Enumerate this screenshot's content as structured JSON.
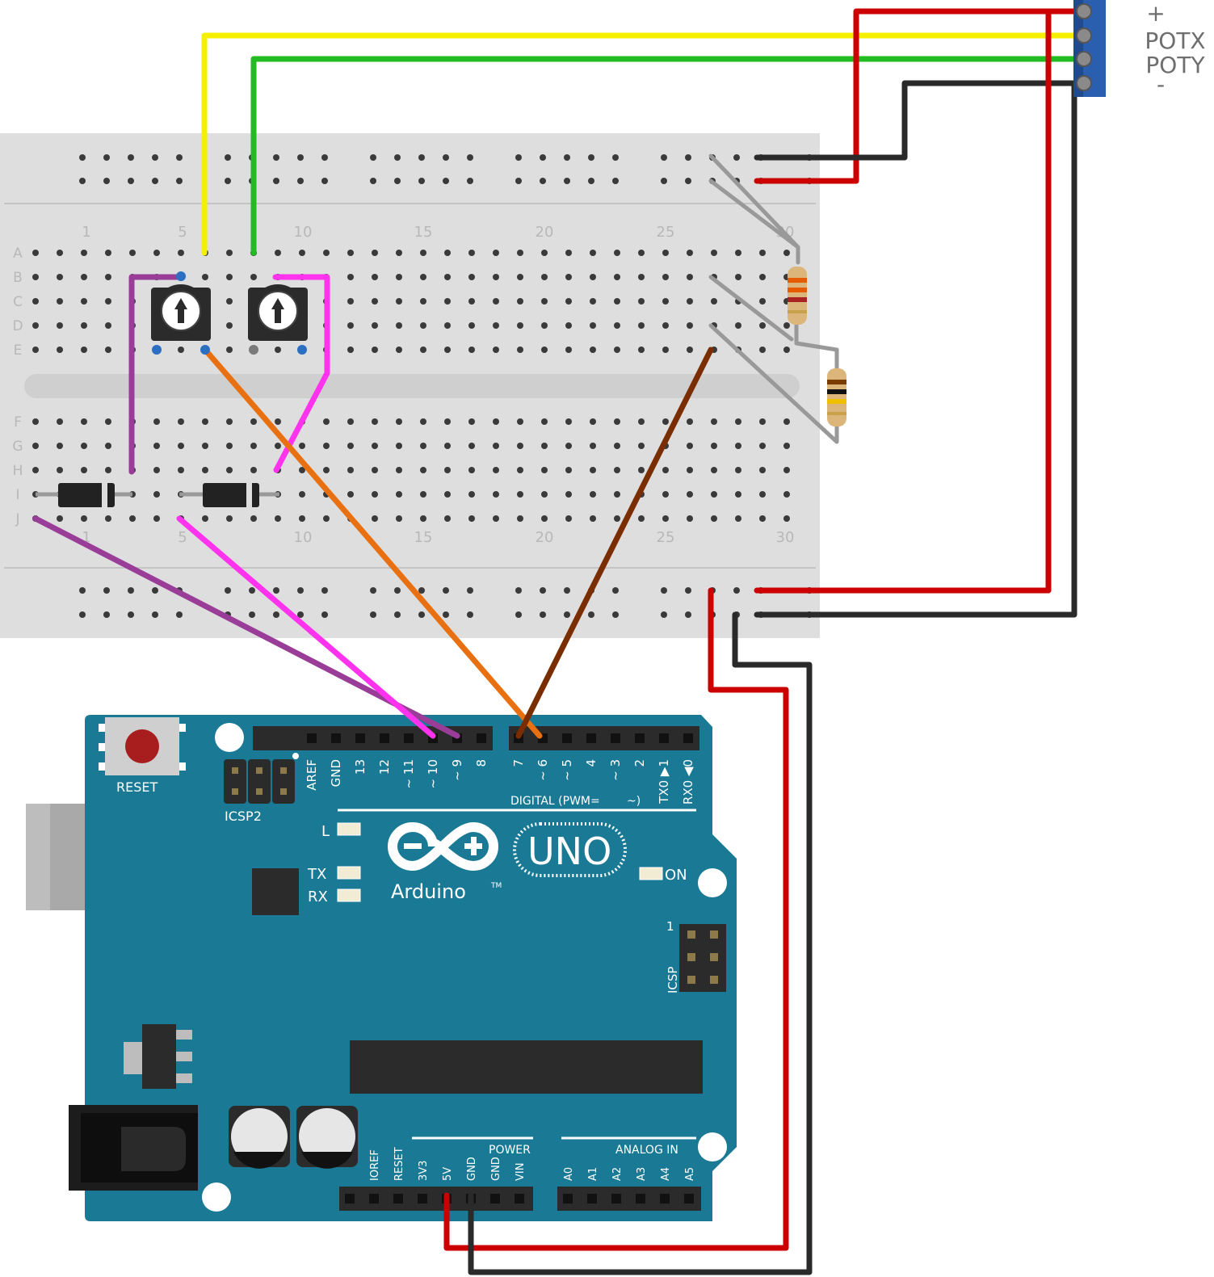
{
  "breadboard": {
    "column_numbers": [
      "1",
      "5",
      "10",
      "15",
      "20",
      "25",
      "30"
    ],
    "row_letters": [
      "A",
      "B",
      "C",
      "D",
      "E",
      "F",
      "G",
      "H",
      "I",
      "J"
    ]
  },
  "connector": {
    "labels": [
      "+",
      "POTX",
      "POTY",
      "-"
    ]
  },
  "arduino": {
    "reset_label": "RESET",
    "icsp2_label": "ICSP2",
    "icsp_label": "ICSP",
    "icsp_pin1": "1",
    "digital_pins": [
      "AREF",
      "GND",
      "13",
      "12",
      "~ 11",
      "~ 10",
      "~ 9",
      "8",
      "7",
      "~ 6",
      "~ 5",
      "4",
      "~ 3",
      "2",
      "TX0 ▶1",
      "RX0 ◀0"
    ],
    "digital_label": "DIGITAL (PWM=",
    "digital_tilde": "~)",
    "led_l": "L",
    "led_tx": "TX",
    "led_rx": "RX",
    "led_on": "ON",
    "brand": "Arduino",
    "tm": "TM",
    "model": "UNO",
    "power_label": "POWER",
    "analog_label": "ANALOG IN",
    "power_pins": [
      "IOREF",
      "RESET",
      "3V3",
      "5V",
      "GND",
      "GND",
      "VIN"
    ],
    "analog_pins": [
      "A0",
      "A1",
      "A2",
      "A3",
      "A4",
      "A5"
    ]
  },
  "colors": {
    "board": "#1a7a96",
    "breadboard": "#dedede",
    "wire_red": "#cc0000",
    "wire_black": "#2a2a2a",
    "wire_yellow": "#f4f000",
    "wire_green": "#22bb22",
    "wire_orange": "#e87010",
    "wire_brown": "#7a2e00",
    "wire_pink": "#ff33ee",
    "wire_purple": "#993d99",
    "wire_grey": "#999999"
  }
}
